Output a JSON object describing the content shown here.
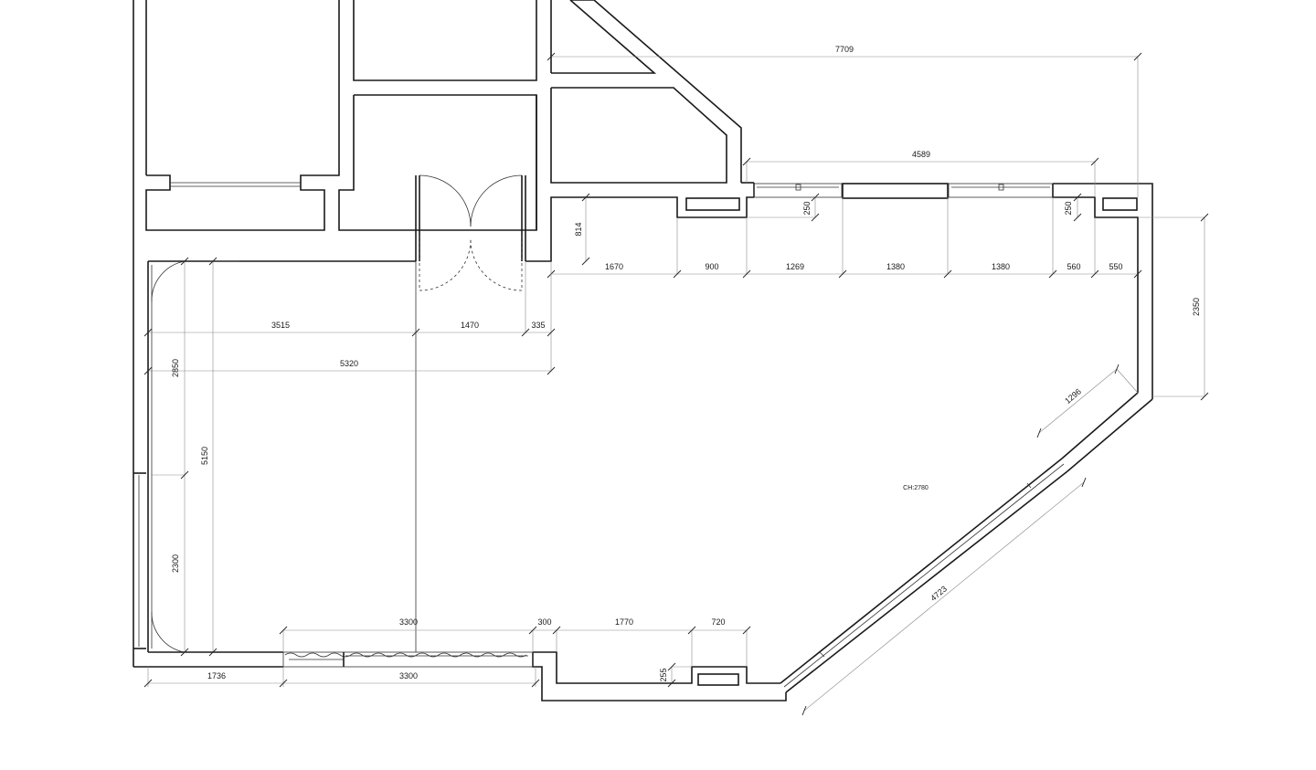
{
  "dimensions": {
    "top_overall": "7709",
    "window_run": "4589",
    "wall_depth_814": "814",
    "sill_250_a": "250",
    "sill_250_b": "250",
    "seg_1670": "1670",
    "seg_900": "900",
    "seg_1269": "1269",
    "seg_1380_a": "1380",
    "seg_1380_b": "1380",
    "seg_560": "560",
    "seg_550": "550",
    "right_2350": "2350",
    "seg_3515": "3515",
    "seg_1470": "1470",
    "seg_335": "335",
    "seg_5320": "5320",
    "left_2850": "2850",
    "left_5150": "5150",
    "left_2300": "2300",
    "diag_1296": "1296",
    "diag_4723": "4723",
    "bottom_3300_top": "3300",
    "bottom_300": "300",
    "bottom_1770": "1770",
    "bottom_720": "720",
    "bottom_255": "255",
    "bottom_1736": "1736",
    "bottom_3300": "3300"
  },
  "ceiling_height": "CH:2780",
  "colors": {
    "wall": "#1a1a1a",
    "dimension": "#8a8a8a",
    "background": "#ffffff"
  }
}
